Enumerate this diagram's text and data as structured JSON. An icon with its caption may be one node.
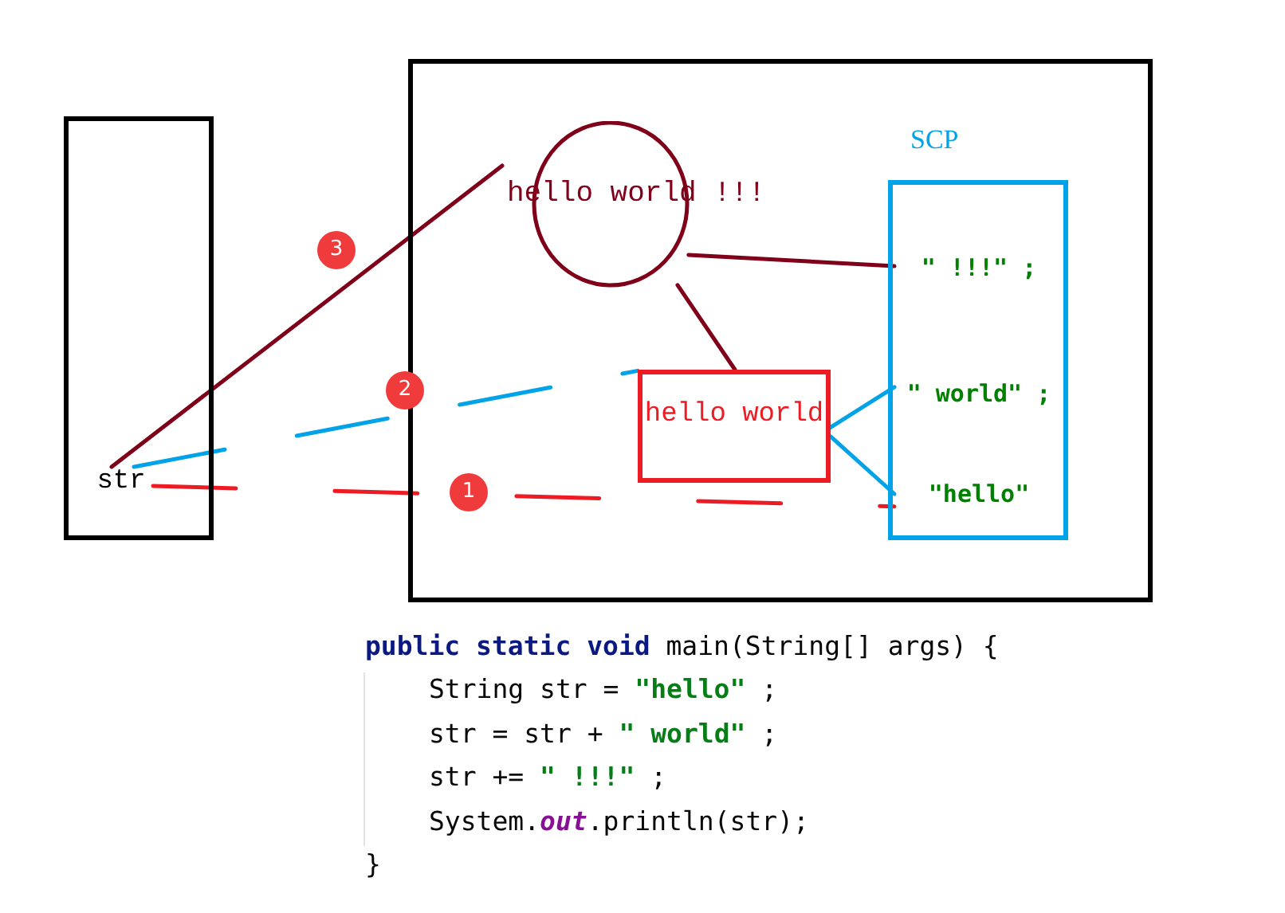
{
  "diagram": {
    "nodes": [
      {
        "text": [],
        "shape": "box"
      },
      {
        "text": [
          "str"
        ],
        "in": 0
      },
      {
        "text": [],
        "shape": "box"
      },
      {
        "text": [
          "hello world !!!"
        ],
        "in": 2
      },
      {
        "text": [
          "SCP"
        ],
        "in": 2
      },
      {
        "text": [
          "hello world"
        ],
        "in": 2
      },
      {
        "text": [
          "\" !!!\" ;"
        ],
        "in": 4
      },
      {
        "text": [
          "\" world\" ;"
        ],
        "in": 4
      },
      {
        "text": [
          "\"hello\""
        ],
        "in": 4
      }
    ],
    "edges": [
      {
        "from": 1,
        "to": 8,
        "arrow": "none",
        "label": "1",
        "style": "dashed",
        "color": "#ed1c24"
      },
      {
        "from": 1,
        "to": 5,
        "arrow": "none",
        "label": "2",
        "style": "dashed",
        "color": "#00a2e8"
      },
      {
        "from": 1,
        "to": 3,
        "arrow": "none",
        "label": "3",
        "color": "#7f0018"
      },
      {
        "from": 5,
        "to": 7,
        "arrow": "none",
        "color": "#00a2e8"
      },
      {
        "from": 5,
        "to": 8,
        "arrow": "none",
        "color": "#00a2e8"
      },
      {
        "from": 3,
        "to": 6,
        "arrow": "none",
        "color": "#7f0018"
      },
      {
        "from": 3,
        "to": 5,
        "arrow": "none",
        "color": "#7f0018"
      }
    ],
    "labels": [
      "**public static void** main(String[] args) {",
      "String str = **\"hello\"** ;",
      "str = str + **\" world\"** ;",
      "str += **\" !!!\"** ;",
      "System.*out*.println(str);",
      "}"
    ]
  }
}
